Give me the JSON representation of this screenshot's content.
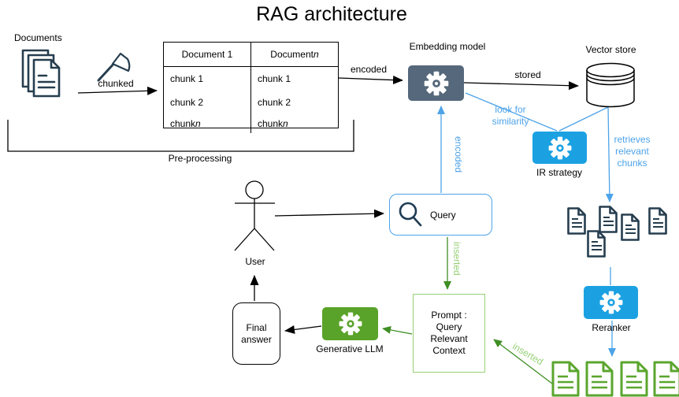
{
  "title": "RAG architecture",
  "colors": {
    "navy_icon": "#263E4F",
    "slate_box": "#56687B",
    "blue_box": "#1BA1E2",
    "blue_line": "#4DA3E8",
    "green_box": "#5AA32A",
    "green_line": "#3F8E24",
    "light_green": "#97D077"
  },
  "pre": {
    "documents_label": "Documents",
    "chunked_label": "chunked",
    "bracket_label": "Pre-processing",
    "table": {
      "cols": [
        {
          "header": {
            "t": "Document 1",
            "i": ""
          },
          "rows": [
            {
              "t": "chunk 1",
              "i": ""
            },
            {
              "t": "chunk 2",
              "i": ""
            },
            {
              "t": "chunk ",
              "i": "n"
            }
          ]
        },
        {
          "header": {
            "t": "Document ",
            "i": "n"
          },
          "rows": [
            {
              "t": "chunk 1",
              "i": ""
            },
            {
              "t": "chunk 2",
              "i": ""
            },
            {
              "t": "chunk ",
              "i": "n"
            }
          ]
        }
      ]
    }
  },
  "flow": {
    "encoded_label": "encoded",
    "embedding_label": "Embedding model",
    "stored_label": "stored",
    "vector_store_label": "Vector store"
  },
  "retrieval": {
    "look_for_similarity": "look for\nsimilarity",
    "ir_strategy_label": "IR strategy",
    "retrieves_label": "retrieves\nrelevant\nchunks",
    "encoded_vertical": "encoded",
    "reranker_label": "Reranker"
  },
  "qa": {
    "user_label": "User",
    "query_label": "Query",
    "inserted_query": "inserted",
    "inserted_docs": "inserted"
  },
  "gen": {
    "prompt_text": "Prompt :\nQuery\nRelevant\nContext",
    "generative_llm_label": "Generative LLM",
    "final_answer": "Final\nanswer"
  }
}
